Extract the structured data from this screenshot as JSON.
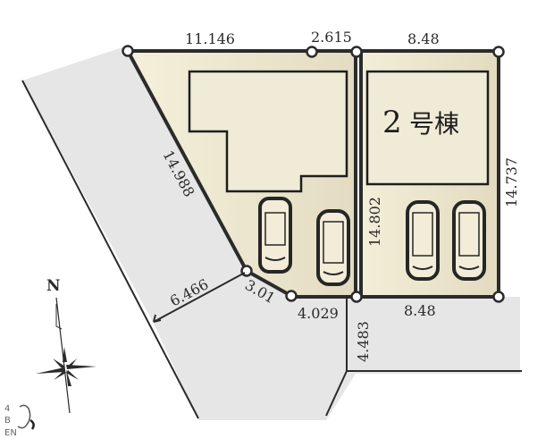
{
  "plan": {
    "lots": [
      {
        "id": "lot-1",
        "label": ""
      },
      {
        "id": "lot-2",
        "label_number": "2",
        "label_text": "号棟"
      }
    ],
    "dimensions": {
      "top_left": "11.146",
      "top_middle": "2.615",
      "top_right": "8.48",
      "left_diagonal": "14.988",
      "right_side": "14.737",
      "middle_divider": "14.802",
      "bottom_right": "8.48",
      "bottom_middle": "4.029",
      "corner_cut": "3.01",
      "road_west": "6.466",
      "road_south": "4.483"
    },
    "compass": {
      "label": "N"
    },
    "logo": {
      "lines": [
        "4",
        "B",
        "EN"
      ]
    },
    "colors": {
      "lot_fill": "#ece6cf",
      "lot_fill_light": "#f6f1dc",
      "road_fill": "#e6e6e6",
      "boundary": "#2b2b2b",
      "marker": "#ffffff"
    }
  }
}
